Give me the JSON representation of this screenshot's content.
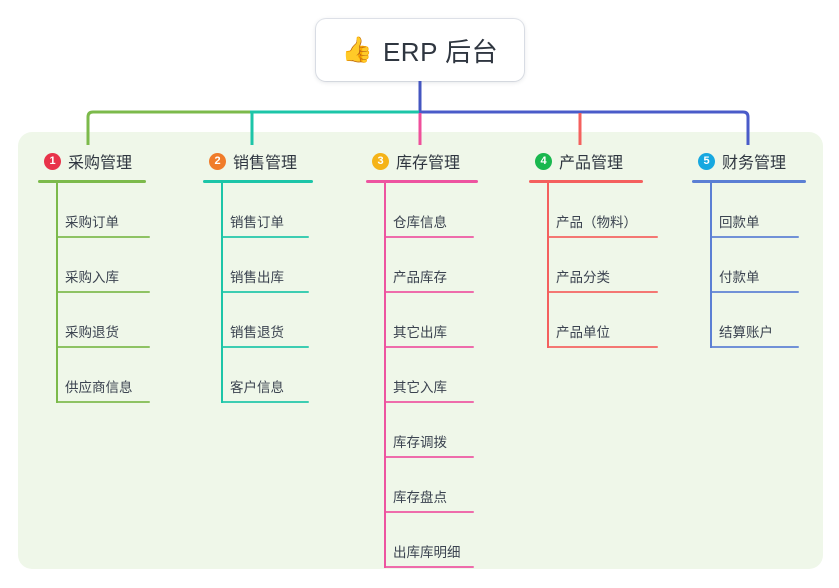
{
  "root": {
    "icon": "thumbs-up-emoji",
    "emoji": "👍",
    "title": "ERP 后台"
  },
  "diagram": {
    "type": "mind-map",
    "panel_background": "#eff7e9",
    "page_background": "#ffffff"
  },
  "columns": [
    {
      "index": "1",
      "title": "采购管理",
      "color": "#7cba4b",
      "badge_color": "#e8334a",
      "items": [
        {
          "label": "采购订单"
        },
        {
          "label": "采购入库"
        },
        {
          "label": "采购退货"
        },
        {
          "label": "供应商信息"
        }
      ]
    },
    {
      "index": "2",
      "title": "销售管理",
      "color": "#1cc5a8",
      "badge_color": "#f07c2a",
      "items": [
        {
          "label": "销售订单"
        },
        {
          "label": "销售出库"
        },
        {
          "label": "销售退货"
        },
        {
          "label": "客户信息"
        }
      ]
    },
    {
      "index": "3",
      "title": "库存管理",
      "color": "#ed54a0",
      "badge_color": "#f5b317",
      "items": [
        {
          "label": "仓库信息"
        },
        {
          "label": "产品库存"
        },
        {
          "label": "其它出库"
        },
        {
          "label": "其它入库"
        },
        {
          "label": "库存调拨"
        },
        {
          "label": "库存盘点"
        },
        {
          "label": "出库库明细"
        }
      ]
    },
    {
      "index": "4",
      "title": "产品管理",
      "color": "#f4605e",
      "badge_color": "#19b84f",
      "items": [
        {
          "label": "产品（物料）"
        },
        {
          "label": "产品分类"
        },
        {
          "label": "产品单位"
        }
      ]
    },
    {
      "index": "5",
      "title": "财务管理",
      "color": "#5b7fd4",
      "badge_color": "#17a8e0",
      "items": [
        {
          "label": "回款单"
        },
        {
          "label": "付款单"
        },
        {
          "label": "结算账户"
        }
      ]
    }
  ],
  "connectors": {
    "trunk_color": "#4456c0",
    "bus_left_color": "#7cba4b",
    "bus_mid_color": "#1cc5a8",
    "bus_right_color": "#4a5bc9"
  }
}
